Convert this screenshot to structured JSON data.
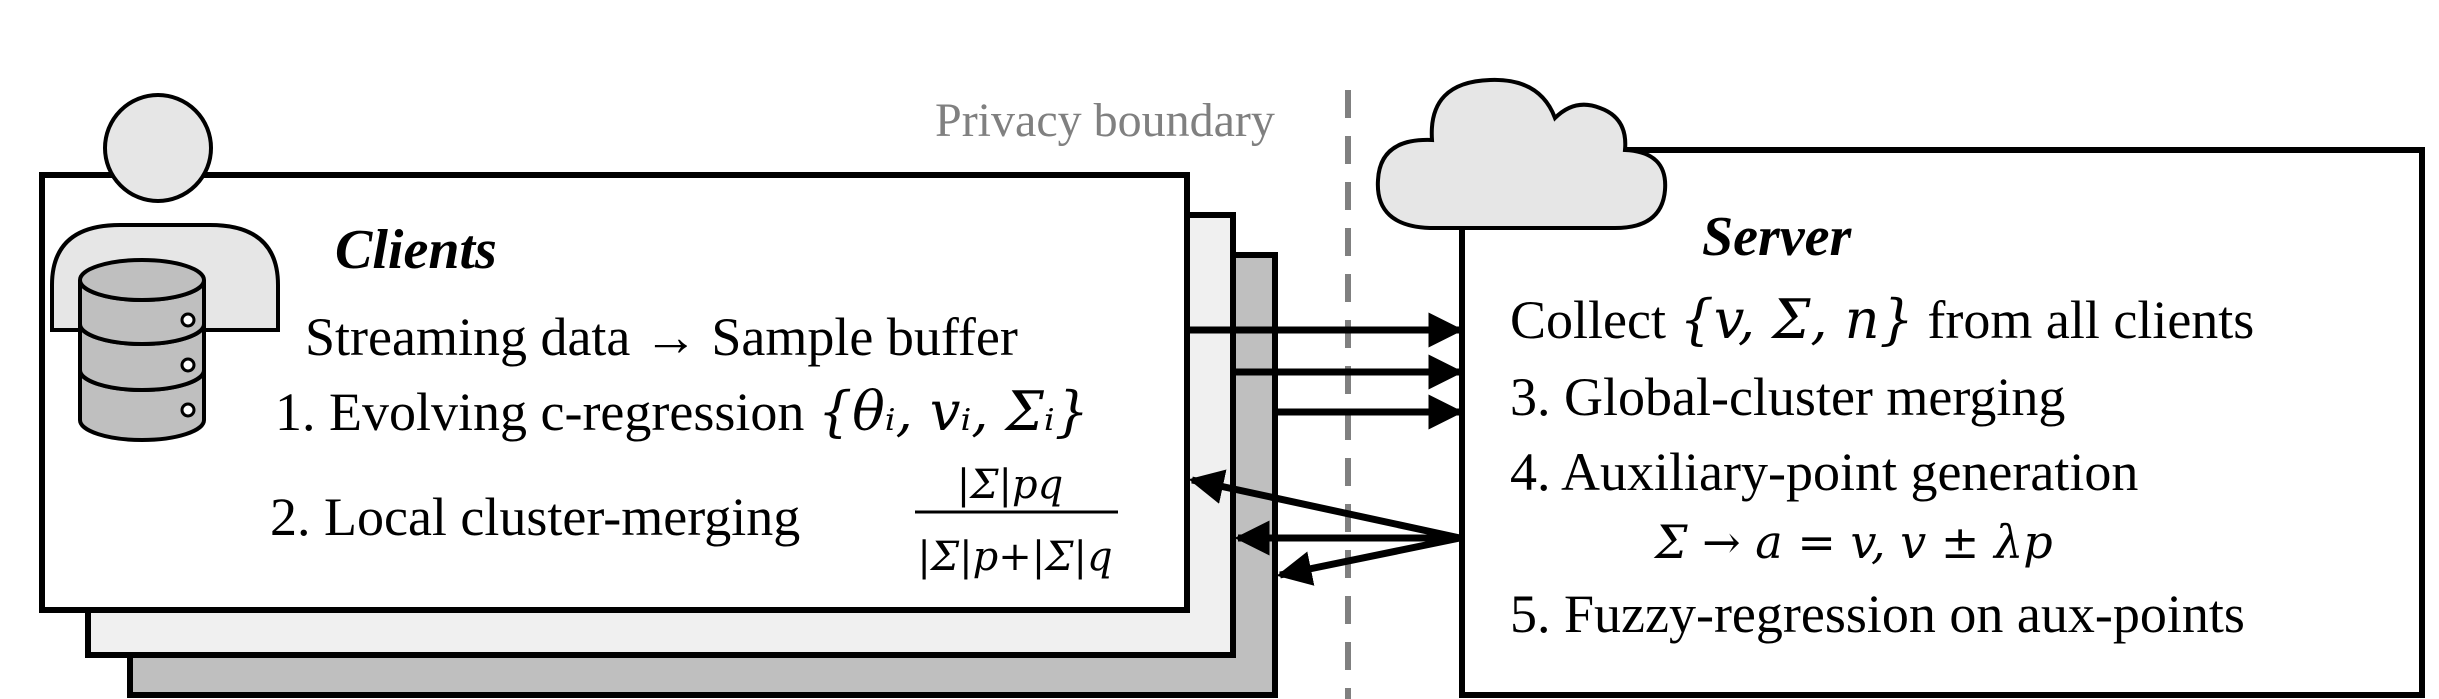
{
  "boundary": {
    "label": "Privacy boundary"
  },
  "clients": {
    "title": "Clients",
    "line1": "Streaming data → Sample buffer",
    "line2_text": "1. Evolving c-regression ",
    "line2_math": "{θᵢ, vᵢ, Σᵢ}",
    "line3_text": "2. Local cluster-merging ",
    "frac_num": "|Σ|pq",
    "frac_den": "|Σ|p+|Σ|q"
  },
  "server": {
    "title": "Server",
    "line1_text_a": "Collect ",
    "line1_math": "{v, Σ, n}",
    "line1_text_b": " from all clients",
    "line2": "3. Global-cluster merging",
    "line3": "4. Auxiliary-point generation",
    "line4_math": "Σ → a  = v, v  ± λp",
    "line5": "5. Fuzzy-regression on aux-points"
  },
  "colors": {
    "stroke": "#000000",
    "client_back": "#bfbfbf",
    "client_mid": "#f0f0f0",
    "client_front": "#ffffff",
    "icon_fill": "#e6e6e6",
    "boundary": "#808080"
  }
}
